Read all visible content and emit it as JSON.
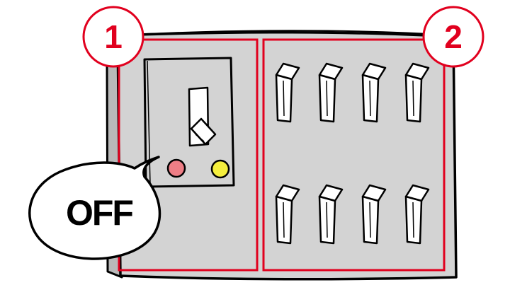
{
  "labels": {
    "section_1": "1",
    "section_2": "2",
    "speech_bubble": "OFF"
  },
  "colors": {
    "panel_fill": "#d3d3d3",
    "panel_edge": "#b9b9b9",
    "outline": "#000000",
    "highlight": "#e1001e",
    "lamp_red": "#ee7e86",
    "lamp_yellow": "#f5ef3e",
    "bubble_fill": "#ffffff"
  },
  "icons": {
    "main_switch": "toggle-switch-icon",
    "breakers": "breaker-switch-icon",
    "indicator_red": "red-indicator-lamp-icon",
    "indicator_yellow": "yellow-indicator-lamp-icon"
  },
  "main_switch": {
    "state_text": "OFF"
  },
  "breakers": {
    "rows": 2,
    "columns": 4
  }
}
